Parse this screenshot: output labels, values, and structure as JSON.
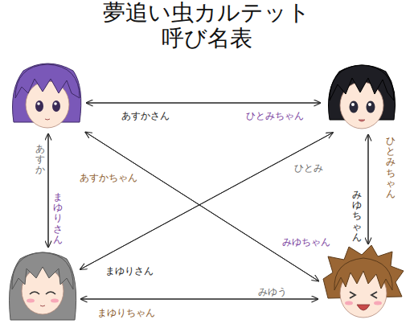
{
  "diagram": {
    "title": "夢追い虫カルテット 呼び名表",
    "nodes": [
      {
        "text": []
      },
      {
        "text": []
      },
      {
        "text": []
      },
      {
        "text": []
      }
    ],
    "edges": [
      {
        "from": 1,
        "to": 0,
        "label": "あすかさん",
        "arrow": "to"
      },
      {
        "from": 0,
        "to": 1,
        "label": "ひとみちゃん",
        "arrow": "to"
      },
      {
        "from": 2,
        "to": 0,
        "label": "あすか",
        "arrow": "to"
      },
      {
        "from": 0,
        "to": 2,
        "label": "まゆりさん",
        "arrow": "to"
      },
      {
        "from": 3,
        "to": 1,
        "label": "ひとみちゃん",
        "arrow": "to"
      },
      {
        "from": 1,
        "to": 3,
        "label": "みゆちゃん",
        "arrow": "to"
      },
      {
        "from": 3,
        "to": 2,
        "label": "まゆりちゃん",
        "arrow": "to"
      },
      {
        "from": 2,
        "to": 3,
        "label": "みゆう",
        "arrow": "to"
      },
      {
        "from": 3,
        "to": 0,
        "label": "あすかちゃん",
        "arrow": "to"
      },
      {
        "from": 0,
        "to": 3,
        "label": "みゆちゃん",
        "arrow": "to"
      },
      {
        "from": 2,
        "to": 1,
        "label": "ひとみ",
        "arrow": "to"
      },
      {
        "from": 1,
        "to": 2,
        "label": "まゆりさん",
        "arrow": "to"
      }
    ]
  }
}
